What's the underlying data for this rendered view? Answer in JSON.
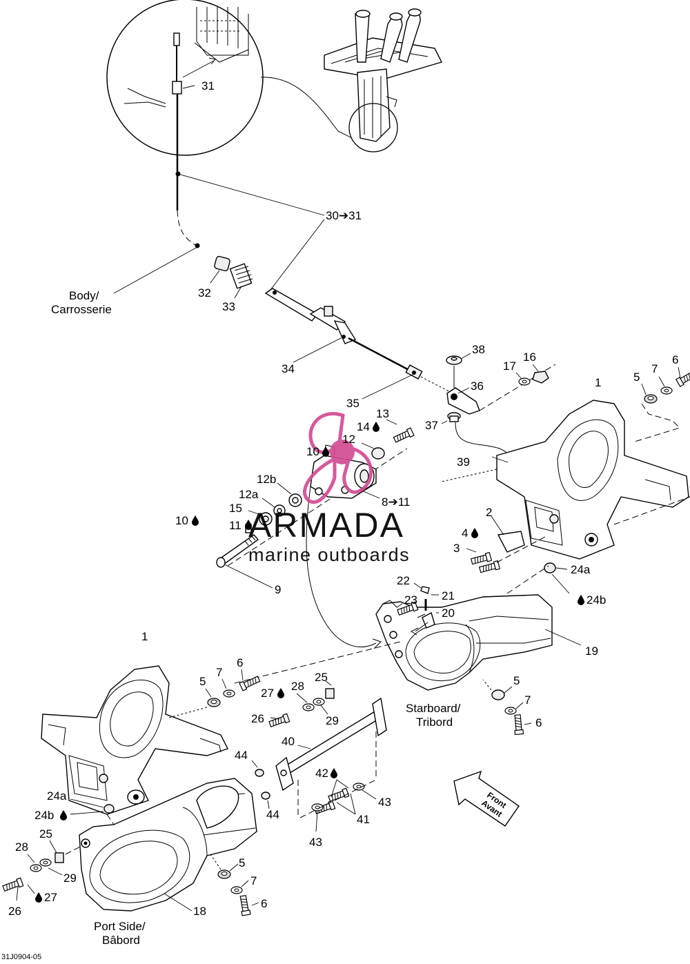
{
  "diagram_code": "31J0904-05",
  "watermark": {
    "brand": "ARMADA",
    "tagline": "marine outboards",
    "color": "#d24b93"
  },
  "direction_arrow": {
    "line1": "Front",
    "line2": "Avant"
  },
  "region_labels": {
    "body_en": "Body/",
    "body_fr": "Carrosserie",
    "starboard_en": "Starboard/",
    "starboard_fr": "Tribord",
    "port_en": "Port Side/",
    "port_fr": "Bâbord"
  },
  "callouts": {
    "c31": "31",
    "c30_31": "30➔31",
    "c32": "32",
    "c33": "33",
    "c34": "34",
    "c35": "35",
    "c36": "36",
    "c37": "37",
    "c38": "38",
    "c39": "39",
    "c17": "17",
    "c16": "16",
    "c5a": "5",
    "c7a": "7",
    "c6a": "6",
    "c1a": "1",
    "c13": "13",
    "c14": "14",
    "c12": "12",
    "c10a": "10",
    "c12b": "12b",
    "c12a": "12a",
    "c15": "15",
    "c11": "11",
    "c8_11": "8➔11",
    "c10b": "10",
    "c9": "9",
    "c2": "2",
    "c4": "4",
    "c3": "3",
    "c24a_r": "24a",
    "c24b_r": "24b",
    "c22": "22",
    "c23": "23",
    "c21": "21",
    "c20": "20",
    "c19": "19",
    "c1b": "1",
    "c6b": "6",
    "c5b": "5",
    "c7b": "7",
    "c27a": "27",
    "c28a": "28",
    "c25a": "25",
    "c26a": "26",
    "c29a": "29",
    "c5c": "5",
    "c7c": "7",
    "c6c": "6",
    "c40": "40",
    "c44a": "44",
    "c44b": "44",
    "c42": "42",
    "c43a": "43",
    "c41": "41",
    "c43b": "43",
    "c24a_l": "24a",
    "c24b_l": "24b",
    "c25b": "25",
    "c28b": "28",
    "c29b": "29",
    "c26b": "26",
    "c27b": "27",
    "c5d": "5",
    "c7d": "7",
    "c6d": "6",
    "c18": "18"
  }
}
